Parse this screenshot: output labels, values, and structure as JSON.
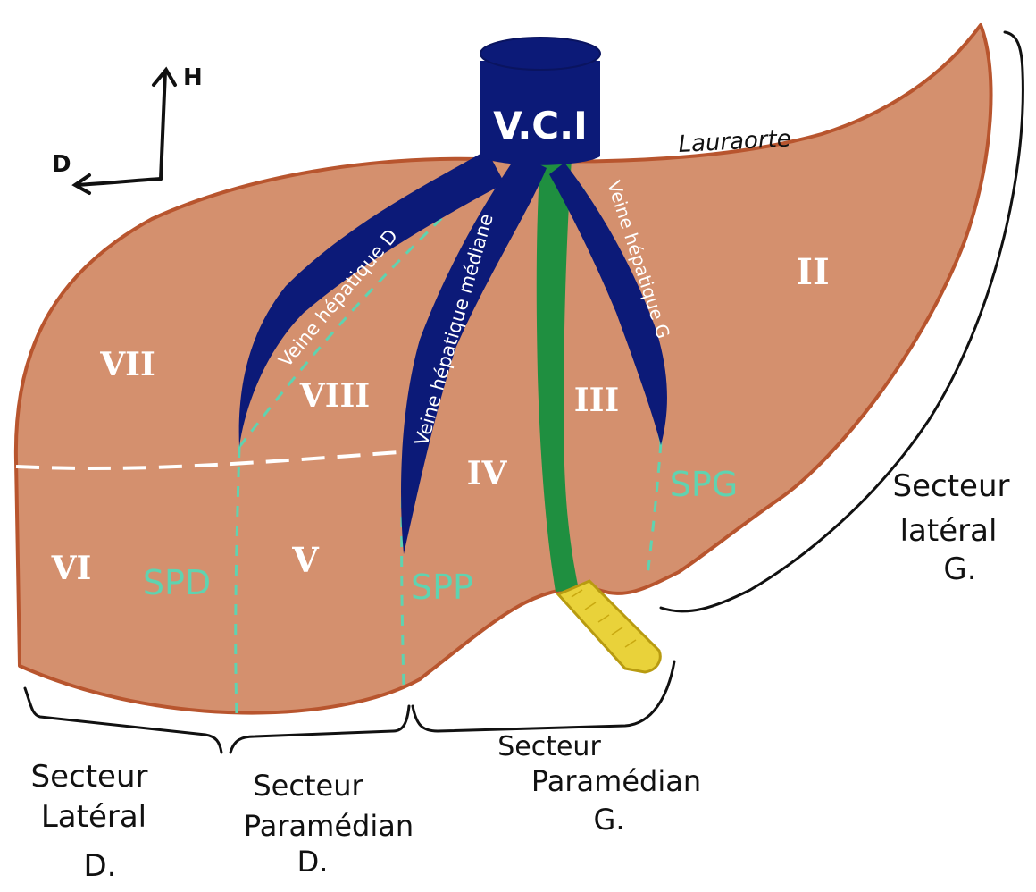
{
  "orientation": {
    "up": "H",
    "left": "D"
  },
  "vessels": {
    "ivc": "V.C.I",
    "right_hepatic_vein": "Veine hépatique D",
    "middle_hepatic_vein": "Veine hépatique médiane",
    "left_hepatic_vein": "Veine hépatique G"
  },
  "ligament": "Lauraorte",
  "segments": [
    "II",
    "III",
    "IV",
    "V",
    "VI",
    "VII",
    "VIII"
  ],
  "scissures": {
    "spd": "SPD",
    "spp": "SPP",
    "spg": "SPG"
  },
  "sectors": {
    "lateral_d": [
      "Secteur",
      "Latéral",
      "D."
    ],
    "paramedian_d": [
      "Secteur",
      "Paramédian",
      "D."
    ],
    "paramedian_g": [
      "Secteur",
      "Paramédian",
      "G."
    ],
    "lateral_g": [
      "Secteur",
      "latéral",
      "G."
    ]
  },
  "colors": {
    "liver": "#d4906e",
    "liver_outline": "#b8552e",
    "veins": "#0c1a78",
    "portal": "#1f8f40",
    "bile_duct": "#e9d23a",
    "scissure": "#5fd3b0"
  }
}
